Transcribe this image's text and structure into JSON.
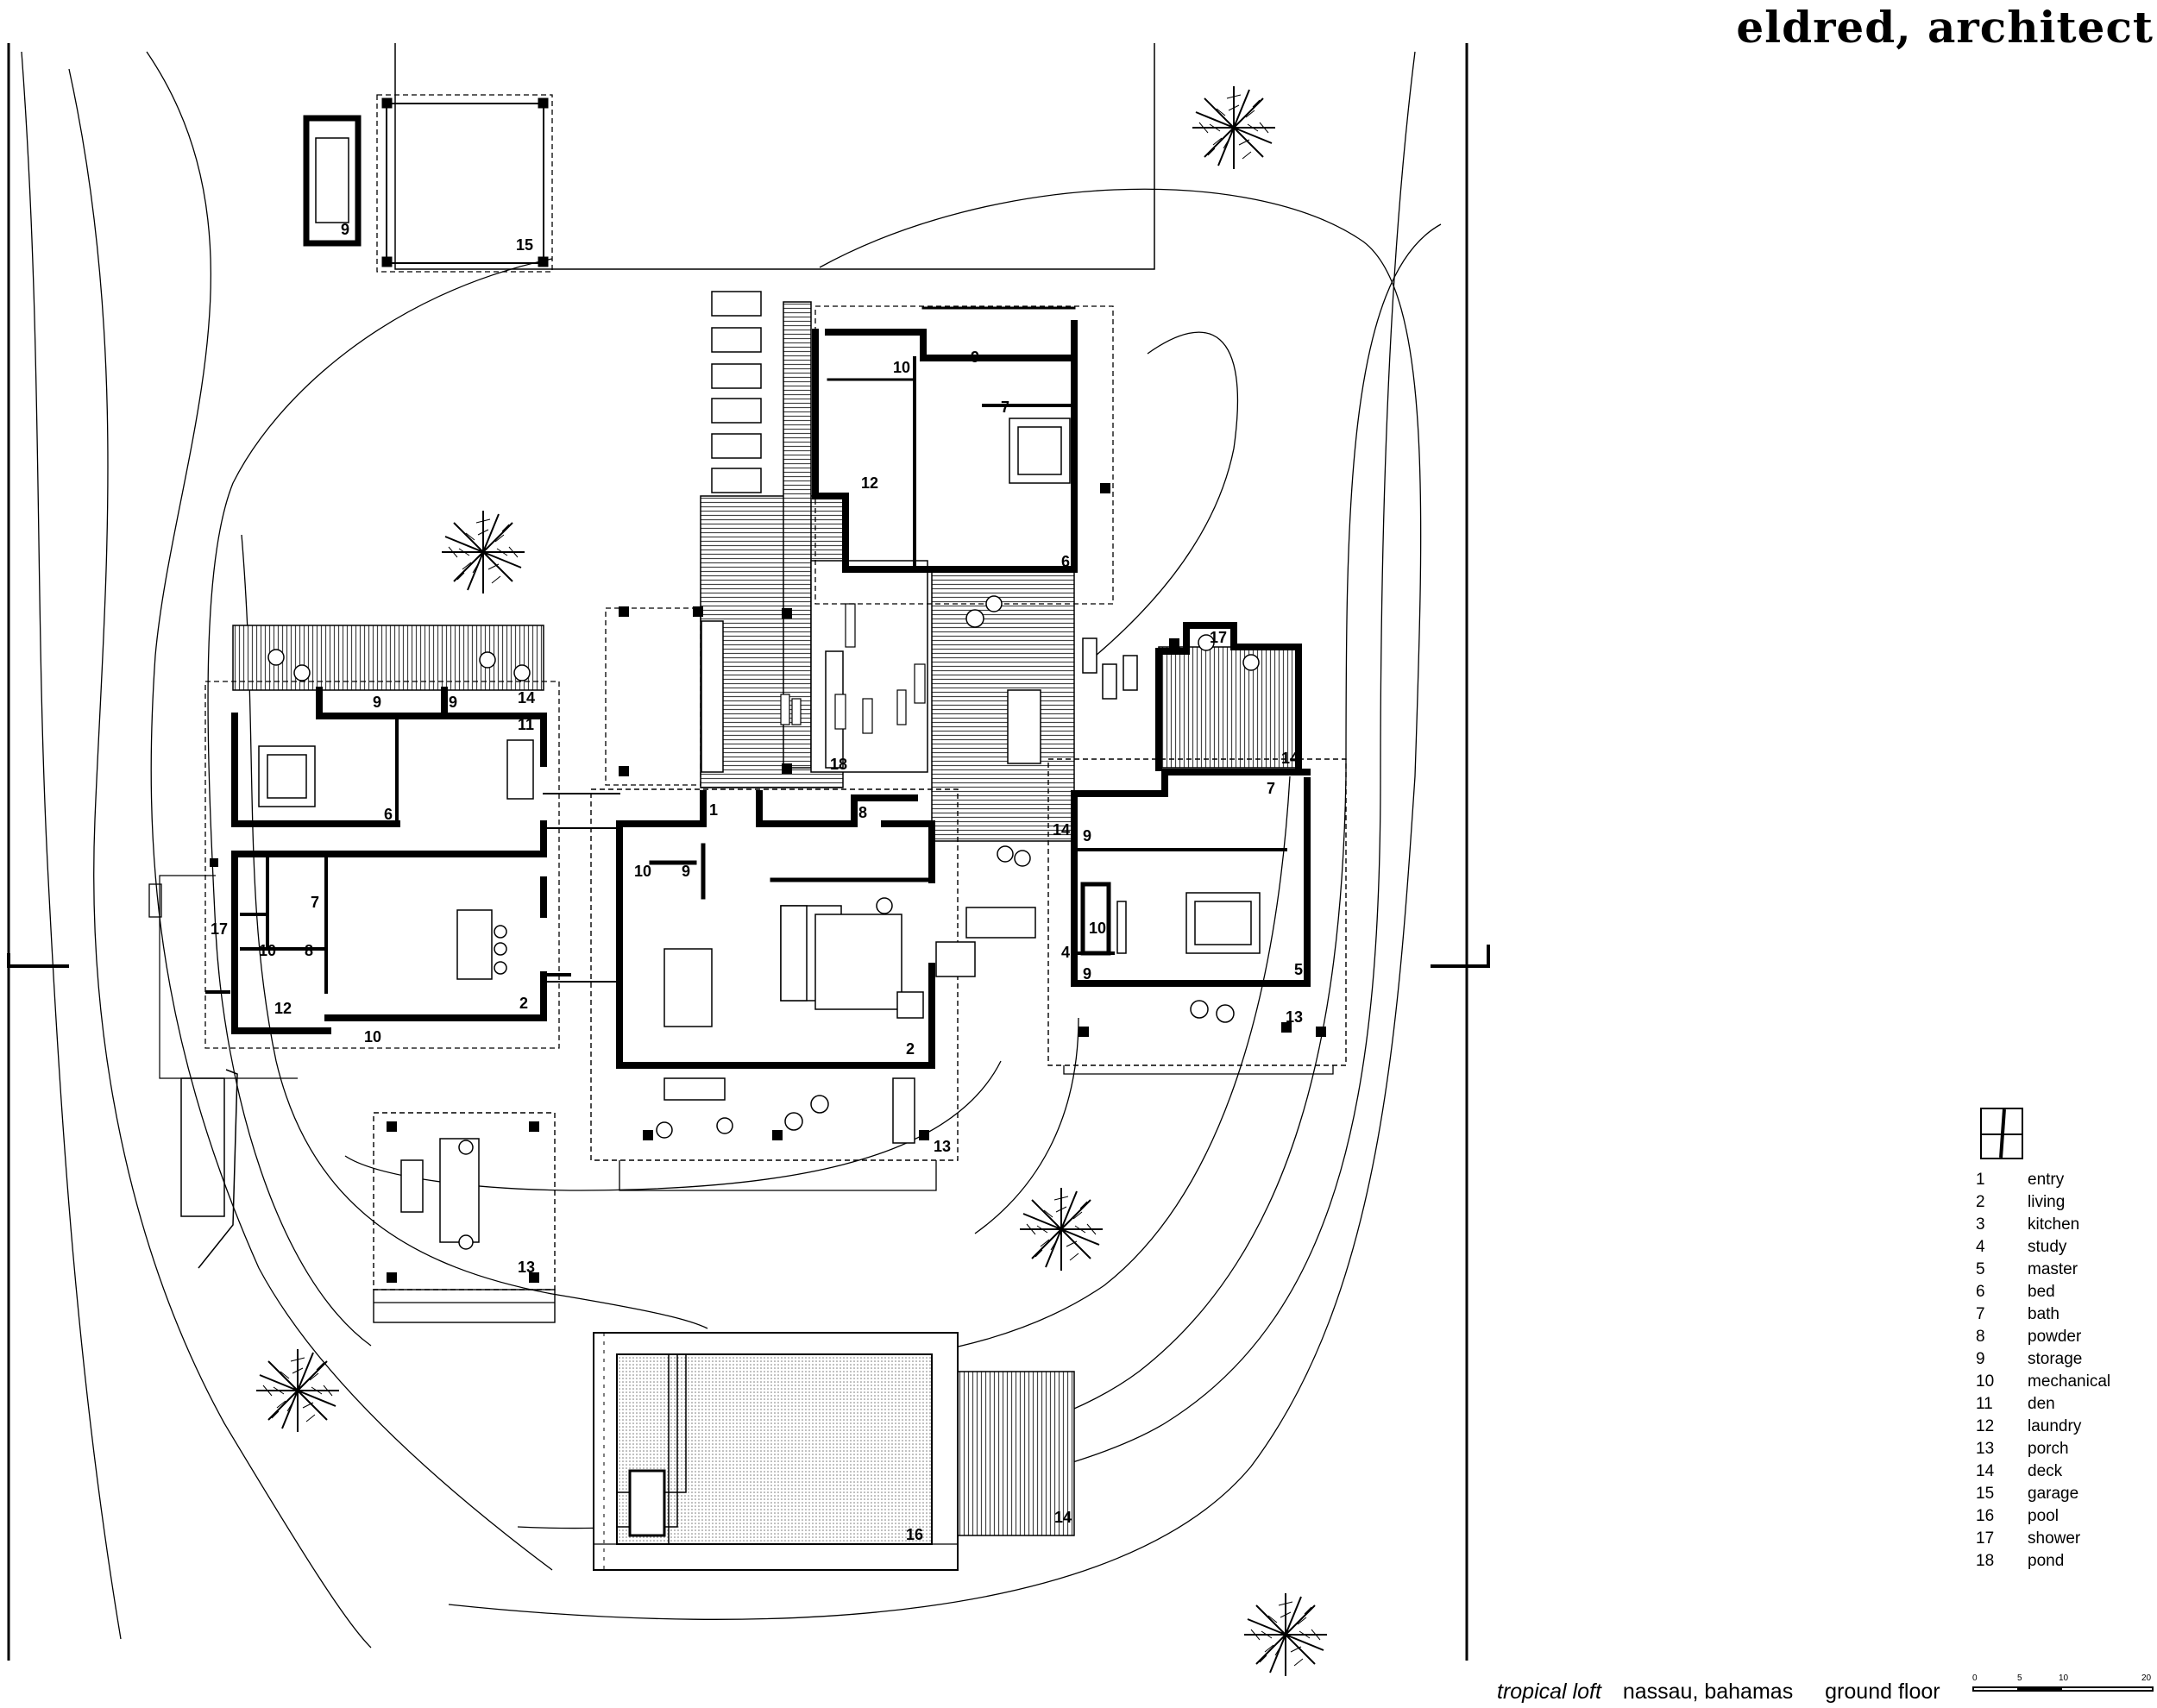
{
  "header": {
    "firm": "eldred, architect"
  },
  "caption": {
    "project": "tropical loft",
    "location": "nassau, bahamas",
    "level": "ground floor"
  },
  "scale": {
    "ticks": [
      "0",
      "5",
      "10",
      "20"
    ]
  },
  "legend": [
    {
      "num": "1",
      "label": "entry"
    },
    {
      "num": "2",
      "label": "living"
    },
    {
      "num": "3",
      "label": "kitchen"
    },
    {
      "num": "4",
      "label": "study"
    },
    {
      "num": "5",
      "label": "master"
    },
    {
      "num": "6",
      "label": "bed"
    },
    {
      "num": "7",
      "label": "bath"
    },
    {
      "num": "8",
      "label": "powder"
    },
    {
      "num": "9",
      "label": "storage"
    },
    {
      "num": "10",
      "label": "mechanical"
    },
    {
      "num": "11",
      "label": "den"
    },
    {
      "num": "12",
      "label": "laundry"
    },
    {
      "num": "13",
      "label": "porch"
    },
    {
      "num": "14",
      "label": "deck"
    },
    {
      "num": "15",
      "label": "garage"
    },
    {
      "num": "16",
      "label": "pool"
    },
    {
      "num": "17",
      "label": "shower"
    },
    {
      "num": "18",
      "label": "pond"
    }
  ],
  "room_labels": [
    "9",
    "15",
    "10",
    "9",
    "7",
    "12",
    "6",
    "9",
    "9",
    "11",
    "14",
    "6",
    "18",
    "1",
    "8",
    "10",
    "9",
    "2",
    "14",
    "9",
    "7",
    "17",
    "14",
    "7",
    "8",
    "10",
    "17",
    "12",
    "10",
    "2",
    "13",
    "10",
    "4",
    "9",
    "5",
    "13",
    "13",
    "16",
    "14"
  ]
}
